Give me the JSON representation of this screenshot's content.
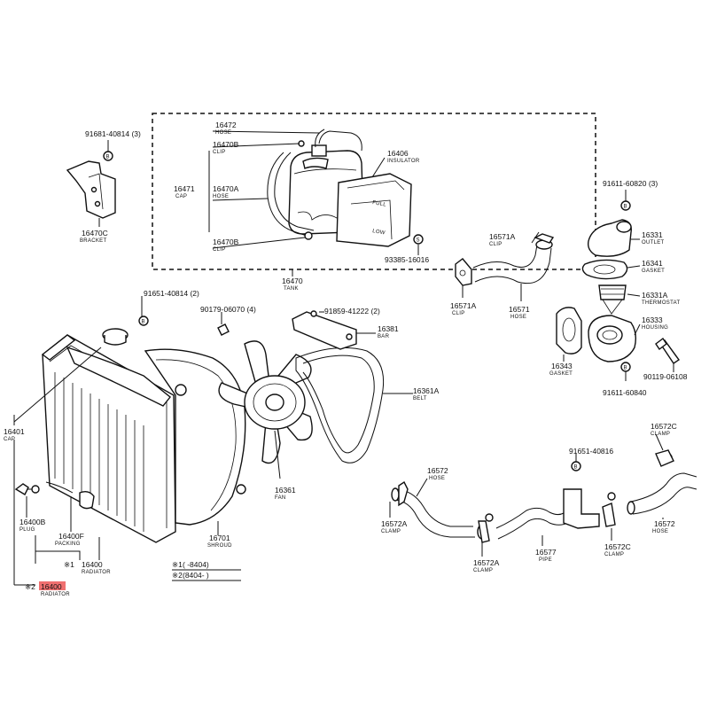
{
  "callouts": {
    "tank_group": {
      "num": "16470",
      "name": "TANK"
    },
    "hose_16472": {
      "num": "16472",
      "name": "HOSE"
    },
    "clip_16470b_top": {
      "num": "16470B",
      "name": "CLIP"
    },
    "cap_16471": {
      "num": "16471",
      "name": "CAP"
    },
    "hose_16470a": {
      "num": "16470A",
      "name": "HOSE"
    },
    "clip_16470b_bottom": {
      "num": "16470B",
      "name": "CLIP"
    },
    "insulator_16406": {
      "num": "16406",
      "name": "INSULATOR"
    },
    "screw_93385": {
      "num": "93385-16016"
    },
    "bolt_91681": {
      "num": "91681-40814 (3)"
    },
    "bracket_16470c": {
      "num": "16470C",
      "name": "BRACKET"
    },
    "bolt_91611_top": {
      "num": "91611-60820 (3)"
    },
    "outlet_16331": {
      "num": "16331",
      "name": "OUTLET"
    },
    "gasket_16341": {
      "num": "16341",
      "name": "GASKET"
    },
    "thermostat_16331a": {
      "num": "16331A",
      "name": "THERMOSTAT"
    },
    "housing_16333": {
      "num": "16333",
      "name": "HOUSING"
    },
    "gasket_16343": {
      "num": "16343",
      "name": "GASKET"
    },
    "bolt_91611_bottom": {
      "num": "91611-60840"
    },
    "bolt_90119": {
      "num": "90119-06108"
    },
    "clip_16571a_top": {
      "num": "16571A",
      "name": "CLIP"
    },
    "clip_16571a_left": {
      "num": "16571A",
      "name": "CLIP"
    },
    "hose_16571": {
      "num": "16571",
      "name": "HOSE"
    },
    "bolt_91651_top": {
      "num": "91651-40814 (2)"
    },
    "nut_90179": {
      "num": "90179-06070 (4)"
    },
    "bolt_91859": {
      "num": "91859-41222 (2)"
    },
    "bar_16381": {
      "num": "16381",
      "name": "BAR"
    },
    "belt_16361a": {
      "num": "16361A",
      "name": "BELT"
    },
    "fan_16361": {
      "num": "16361",
      "name": "FAN"
    },
    "shroud_16701": {
      "num": "16701",
      "name": "SHROUD"
    },
    "cap_16401": {
      "num": "16401",
      "name": "CAP"
    },
    "plug_16400b": {
      "num": "16400B",
      "name": "PLUG"
    },
    "packing_16400f": {
      "num": "16400F",
      "name": "PACKING"
    },
    "radiator_16400_1": {
      "num": "16400",
      "name": "RADIATOR",
      "mark": "※1"
    },
    "radiator_16400_2": {
      "num": "16400",
      "name": "RADIATOR",
      "mark": "※2"
    },
    "hose_16572_left": {
      "num": "16572",
      "name": "HOSE"
    },
    "clamp_16572a_left": {
      "num": "16572A",
      "name": "CLAMP"
    },
    "clamp_16572a_mid": {
      "num": "16572A",
      "name": "CLAMP"
    },
    "pipe_16577": {
      "num": "16577",
      "name": "PIPE"
    },
    "bolt_91651_mid": {
      "num": "91651-40816"
    },
    "clamp_16572c_mid": {
      "num": "16572C",
      "name": "CLAMP"
    },
    "clamp_16572c_right": {
      "num": "16572C",
      "name": "CLAMP"
    },
    "hose_16572_right": {
      "num": "16572",
      "name": "HOSE"
    }
  },
  "legend": {
    "row1_mark": "※1",
    "row1_range": "(      -8404)",
    "row2_mark": "※2",
    "row2_range": "(8404-      )"
  },
  "highlight_color": "#f07070",
  "circled_letters": {
    "b": "B",
    "s": "S"
  }
}
